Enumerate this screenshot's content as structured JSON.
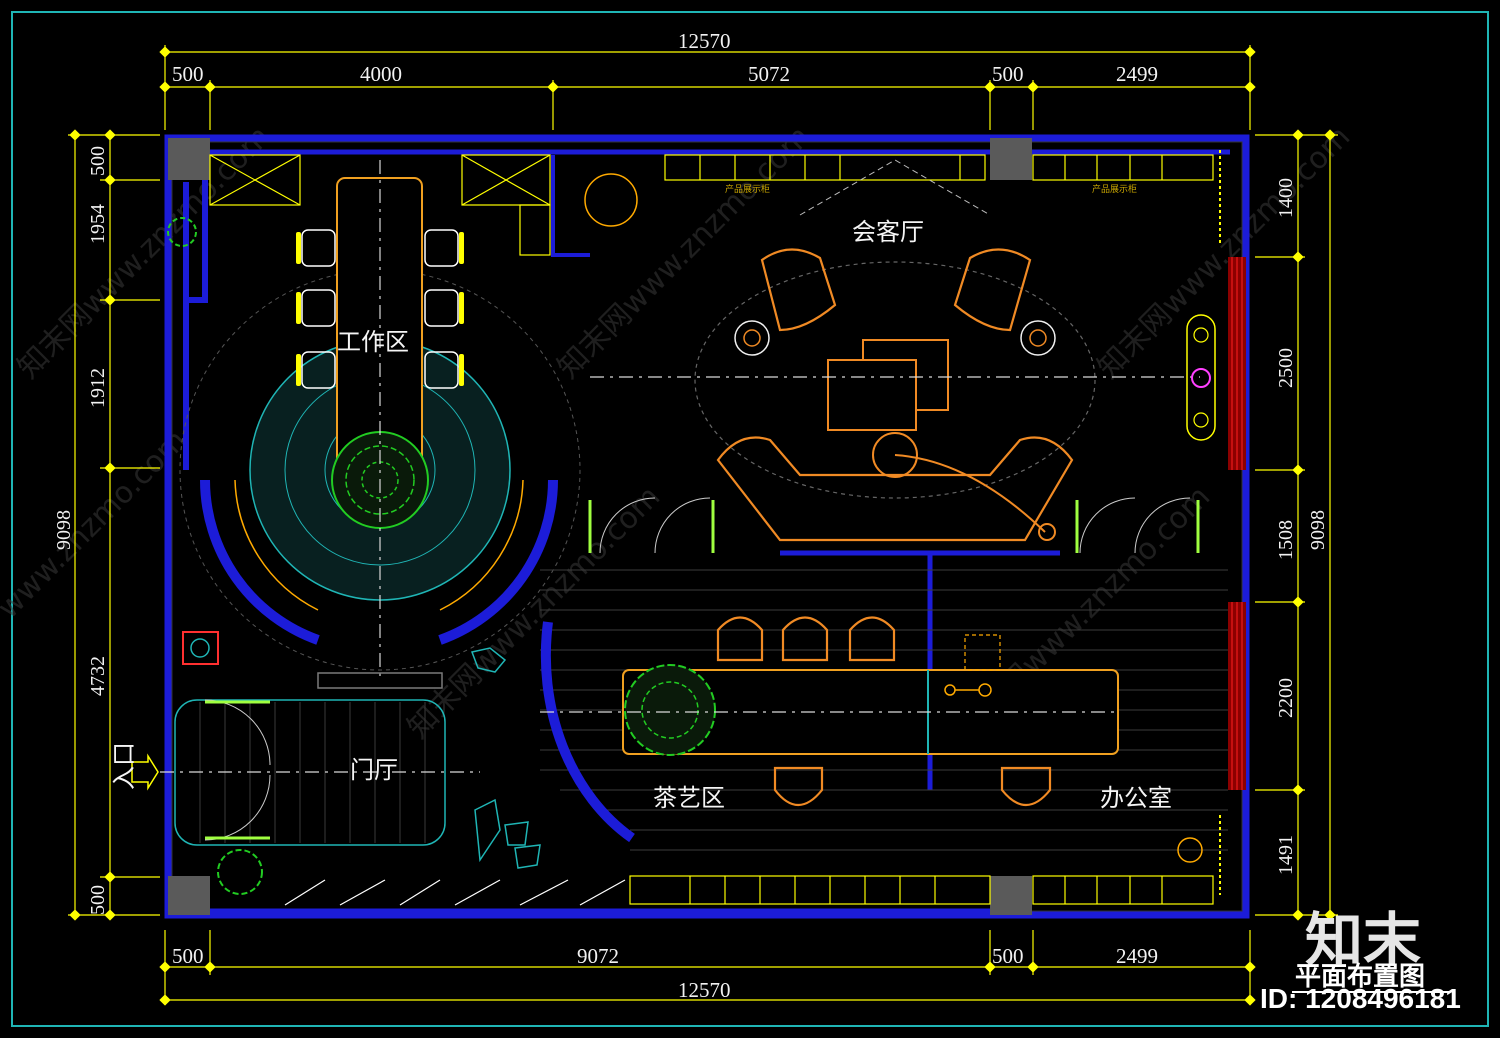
{
  "dimensions": {
    "top_total": "12570",
    "top_segments": [
      "500",
      "4000",
      "5072",
      "500",
      "2499"
    ],
    "bottom_segments": [
      "500",
      "9072",
      "500",
      "2499"
    ],
    "bottom_total": "12570",
    "left_segments": [
      "500",
      "1954",
      "1912",
      "4732",
      "500"
    ],
    "left_total": "9098",
    "right_segments": [
      "1400",
      "2500",
      "1508",
      "2200",
      "1491"
    ],
    "right_total": "9098"
  },
  "rooms": {
    "work_area": "工作区",
    "reception": "会客厅",
    "lobby": "门厅",
    "tea_area": "茶艺区",
    "office": "办公室",
    "entrance": "入口"
  },
  "small_labels": {
    "showcase_left": "产品展示柜",
    "showcase_right": "产品展示柜"
  },
  "watermarks": [
    "知末网www.znzmo.com",
    "知末网www.znzmo.com",
    "知末网www.znzmo.com",
    "知末网www.znzmo.com",
    "www.znzmo.com",
    "知末网www.znzmo.com"
  ],
  "title": "平面布置图",
  "logo": "知末",
  "id_label": "ID: 1208496181",
  "colors": {
    "background": "#000000",
    "border": "#1fb5b5",
    "dimension_lines": "#ffff00",
    "walls": "#1c1cd8",
    "furniture": "#f08a24",
    "curtain": "#cc0000"
  }
}
